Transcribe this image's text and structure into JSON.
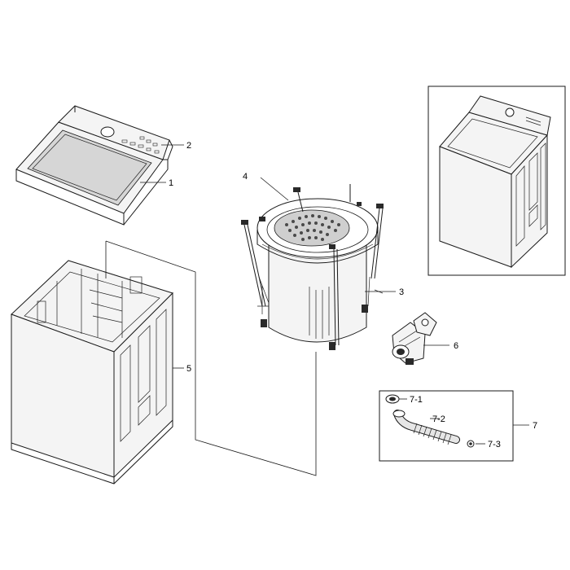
{
  "callouts": {
    "c1": "1",
    "c2": "2",
    "c3": "3",
    "c4": "4",
    "c5": "5",
    "c6": "6",
    "c7": "7",
    "c7_1": "7-1",
    "c7_2": "7-2",
    "c7_3": "7-3"
  }
}
